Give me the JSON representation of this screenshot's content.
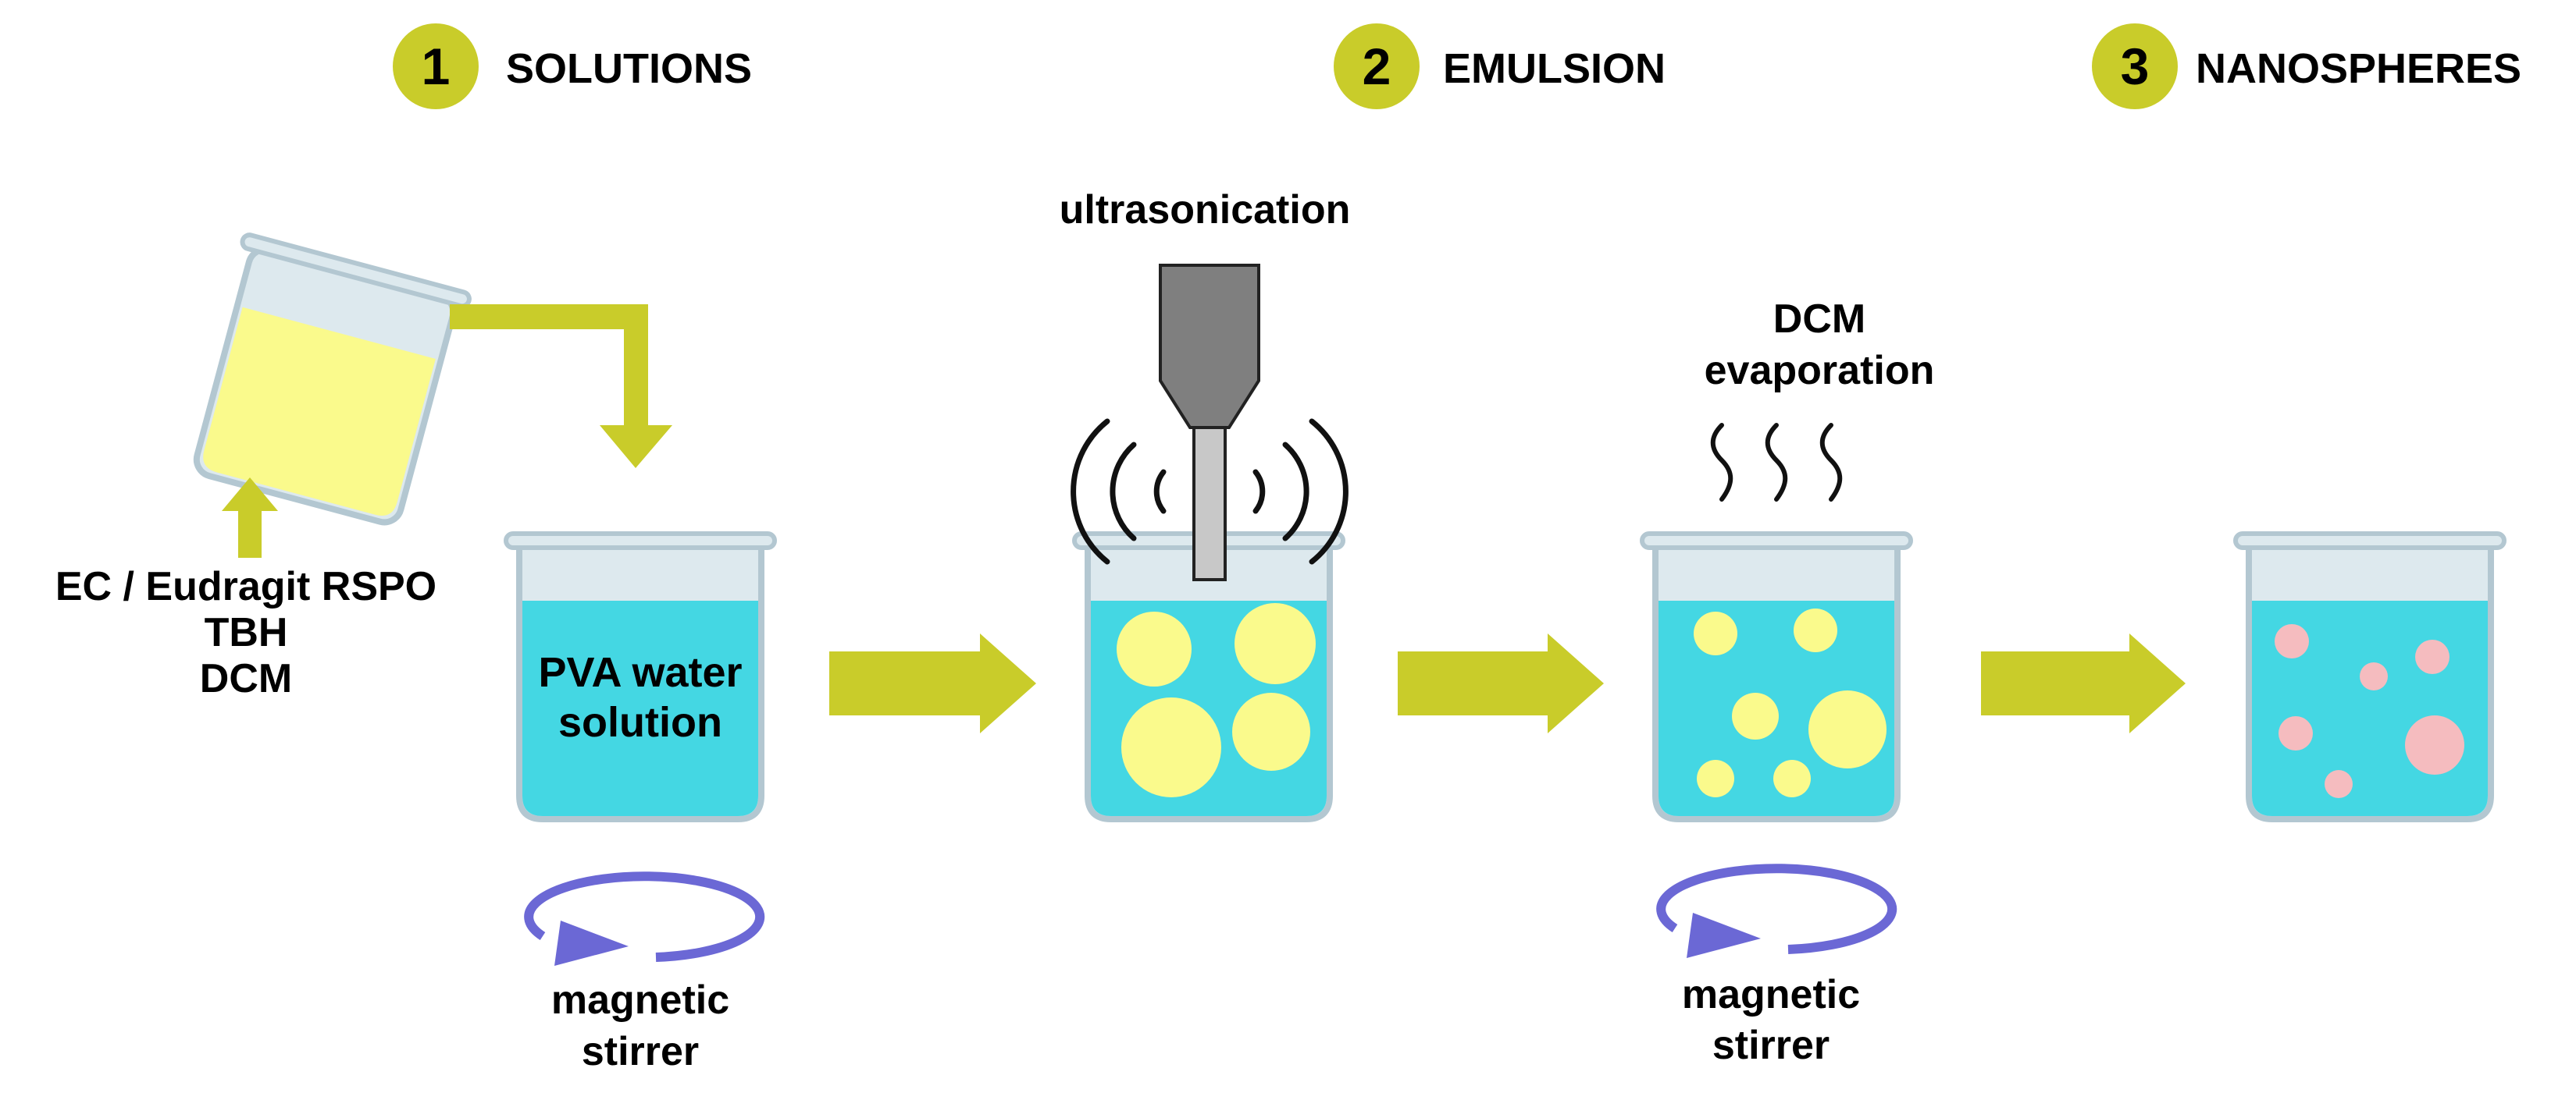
{
  "steps": [
    {
      "number": "1",
      "title": "SOLUTIONS"
    },
    {
      "number": "2",
      "title": "EMULSION"
    },
    {
      "number": "3",
      "title": "NANOSPHERES"
    }
  ],
  "labels": {
    "organic_phase": [
      "EC / Eudragit RSPO",
      "TBH",
      "DCM"
    ],
    "aqueous_phase": [
      "PVA water",
      "solution"
    ],
    "ultrasonication": "ultrasonication",
    "evaporation": [
      "DCM",
      "evaporation"
    ],
    "stirrer_1": [
      "magnetic",
      "stirrer"
    ],
    "stirrer_2": [
      "magnetic",
      "stirrer"
    ]
  },
  "colors": {
    "step_badge": "#c9cc2a",
    "arrow": "#c9cc2a",
    "water": "#44d7e3",
    "beaker_top": "#dde9ee",
    "beaker_outline": "#b3c7d1",
    "droplet": "#fafa8c",
    "nanosphere": "#f5bcbf",
    "organic_solution": "#fafa8c",
    "stirrer": "#6b68d5",
    "probe": "#7f7f7f"
  }
}
